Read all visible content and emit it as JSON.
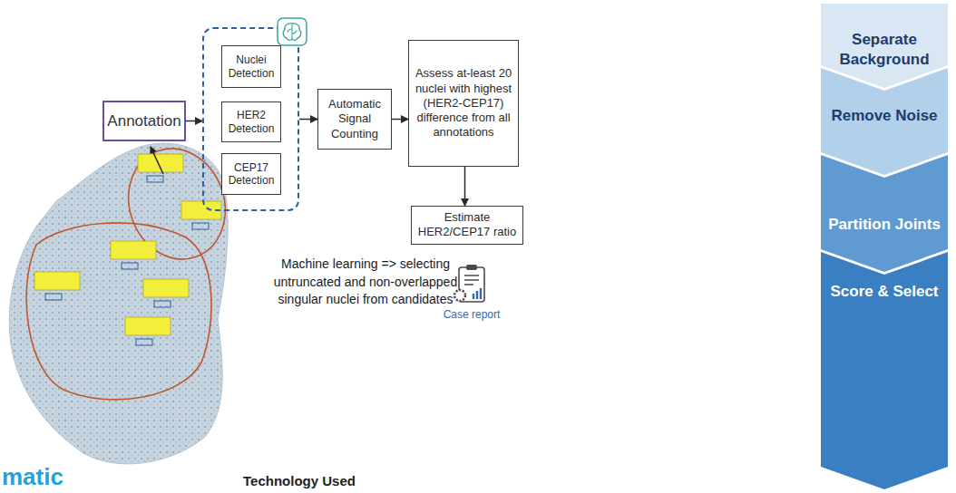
{
  "diagram": {
    "nodes": [
      {
        "text": [
          "Annotation"
        ]
      },
      {
        "text": []
      },
      {
        "text": [
          "Nuclei Detection"
        ],
        "in": 1
      },
      {
        "text": [
          "HER2 Detection"
        ],
        "in": 1
      },
      {
        "text": [
          "CEP17 Detection"
        ],
        "in": 1
      },
      {
        "text": [
          "Automatic Signal Counting"
        ]
      },
      {
        "text": [
          "Assess at-least 20 nuclei with highest (HER2-CEP17) difference from all annotations"
        ]
      },
      {
        "text": [
          "Estimate HER2/CEP17 ratio"
        ]
      },
      {
        "text": [
          "Case report"
        ]
      },
      {
        "text": [
          "Separate Background"
        ]
      },
      {
        "text": [
          "Remove Noise"
        ]
      },
      {
        "text": [
          "Partition Joints"
        ]
      },
      {
        "text": [
          "Score & Select"
        ]
      }
    ],
    "edges": [
      {
        "from": 0,
        "to": 1,
        "arrow": "to"
      },
      {
        "from": 1,
        "to": 5,
        "arrow": "to"
      },
      {
        "from": 5,
        "to": 6,
        "arrow": "to"
      },
      {
        "from": 6,
        "to": 7,
        "arrow": "to"
      }
    ],
    "labels": [
      "Machine learning => selecting untruncated and non-overlapped singular nuclei from candidates",
      "Technology Used",
      "matic"
    ]
  }
}
